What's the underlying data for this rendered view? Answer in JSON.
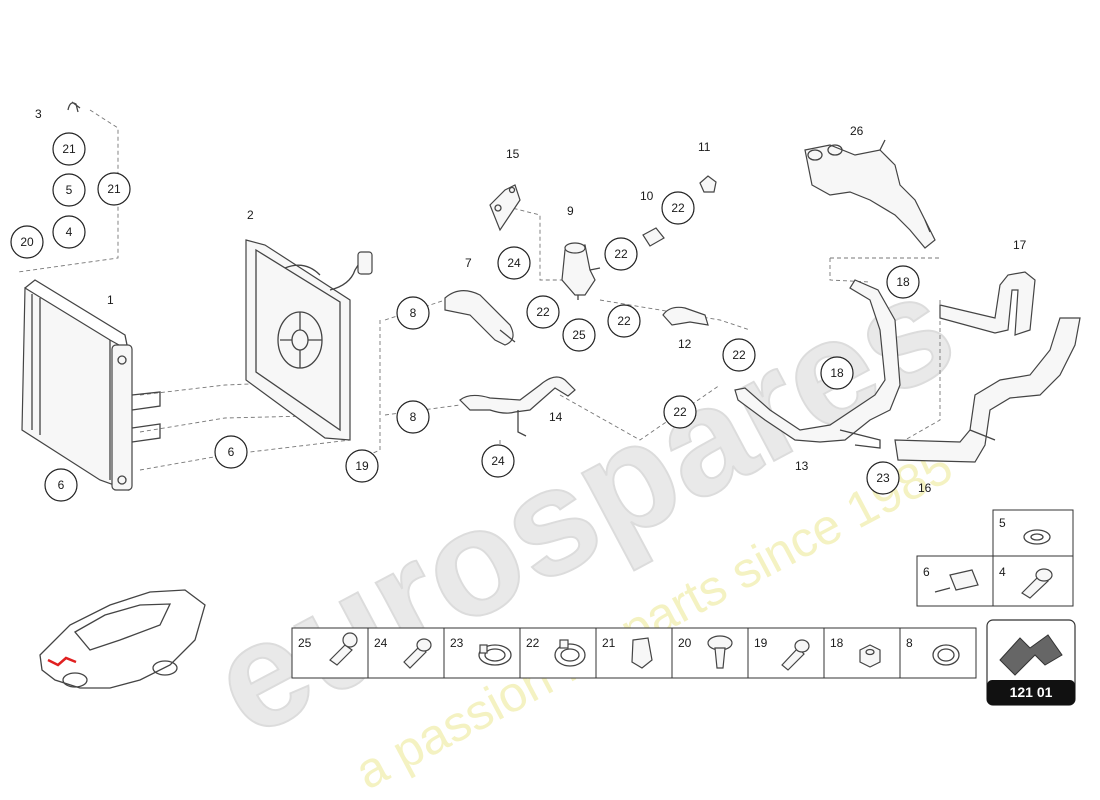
{
  "watermark": {
    "brand": "eurospares",
    "tagline": "a passion for parts since 1985"
  },
  "diagram_code": "121 01",
  "part_labels": {
    "p1": "1",
    "p2": "2",
    "p3": "3",
    "p7": "7",
    "p9": "9",
    "p10": "10",
    "p11": "11",
    "p12": "12",
    "p13": "13",
    "p14": "14",
    "p15": "15",
    "p16": "16",
    "p17": "17",
    "p26": "26"
  },
  "callouts": {
    "c21a": "21",
    "c5": "5",
    "c4": "4",
    "c20": "20",
    "c21b": "21",
    "c6a": "6",
    "c6b": "6",
    "c8a": "8",
    "c8b": "8",
    "c19": "19",
    "c24a": "24",
    "c24b": "24",
    "c22a": "22",
    "c22b": "22",
    "c22c": "22",
    "c22d": "22",
    "c22e": "22",
    "c22f": "22",
    "c25": "25",
    "c18a": "18",
    "c18b": "18",
    "c23": "23"
  },
  "legend": {
    "row_top": [
      {
        "num": "5"
      }
    ],
    "row_mid": [
      {
        "num": "6"
      },
      {
        "num": "4"
      }
    ],
    "row_bottom": [
      {
        "num": "25"
      },
      {
        "num": "24"
      },
      {
        "num": "23"
      },
      {
        "num": "22"
      },
      {
        "num": "21"
      },
      {
        "num": "20"
      },
      {
        "num": "19"
      },
      {
        "num": "18"
      },
      {
        "num": "8"
      }
    ]
  }
}
